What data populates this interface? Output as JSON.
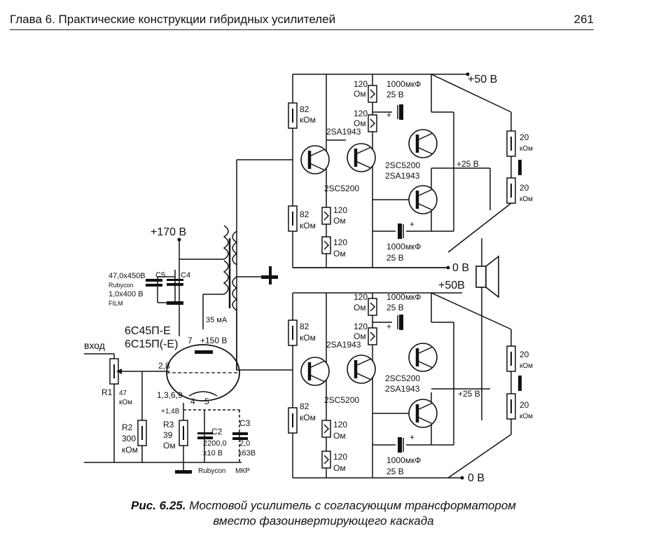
{
  "header": {
    "chapter": "Глава 6. Практические конструкции гибридных усилителей",
    "page": "261"
  },
  "caption": {
    "label": "Рис. 6.25.",
    "line1": "Мостовой усилитель с согласующим трансформатором",
    "line2": "вместо фазоинвертирующего каскада"
  },
  "labels": {
    "v50_top": "+50 В",
    "v50_mid": "+50В",
    "v0_mid": "0 В",
    "v0_bottom": "0 В",
    "v25_top": "+25 В",
    "v25_bottom": "+25 В",
    "v170": "+170 В",
    "cur35": "35 мА",
    "tube_line1": "6С45П-Е",
    "tube_line2": "6С15П(-Е)",
    "vhod": "вход",
    "pin7": "7",
    "v150": "+150 В",
    "v28": "2,8",
    "pins1369": "1,3,6,9",
    "pin4": "4",
    "pin5": "5",
    "v14": "+1,4В",
    "c5": "C5",
    "c4": "C4",
    "c5val": "47,0х450В",
    "rubycon1": "Rubycon",
    "c4val": "1,0х400 В",
    "film": "FILM",
    "r1": "R1",
    "r1val1": "47",
    "r1val2": "кОм",
    "r2": "R2",
    "r2val1": "300",
    "r2val2": "кОм",
    "r3": "R3",
    "r3val1": "39",
    "r3val2": "Ом",
    "c2": "C2",
    "c2val1": "2200,0",
    "c2val2": "х10 В",
    "rubycon2": "Rubycon",
    "c3": "C3",
    "c3val1": "2,0",
    "c3val2": "х63В",
    "mkp": "МКР",
    "res82": "82",
    "kom": "кОм",
    "res120": "120",
    "om": "Ом",
    "cap1000": "1000мкФ",
    "v25": "25 В",
    "res20": "20",
    "q2sa1943": "2SA1943",
    "q2sc5200": "2SC5200",
    "plus": "+"
  }
}
